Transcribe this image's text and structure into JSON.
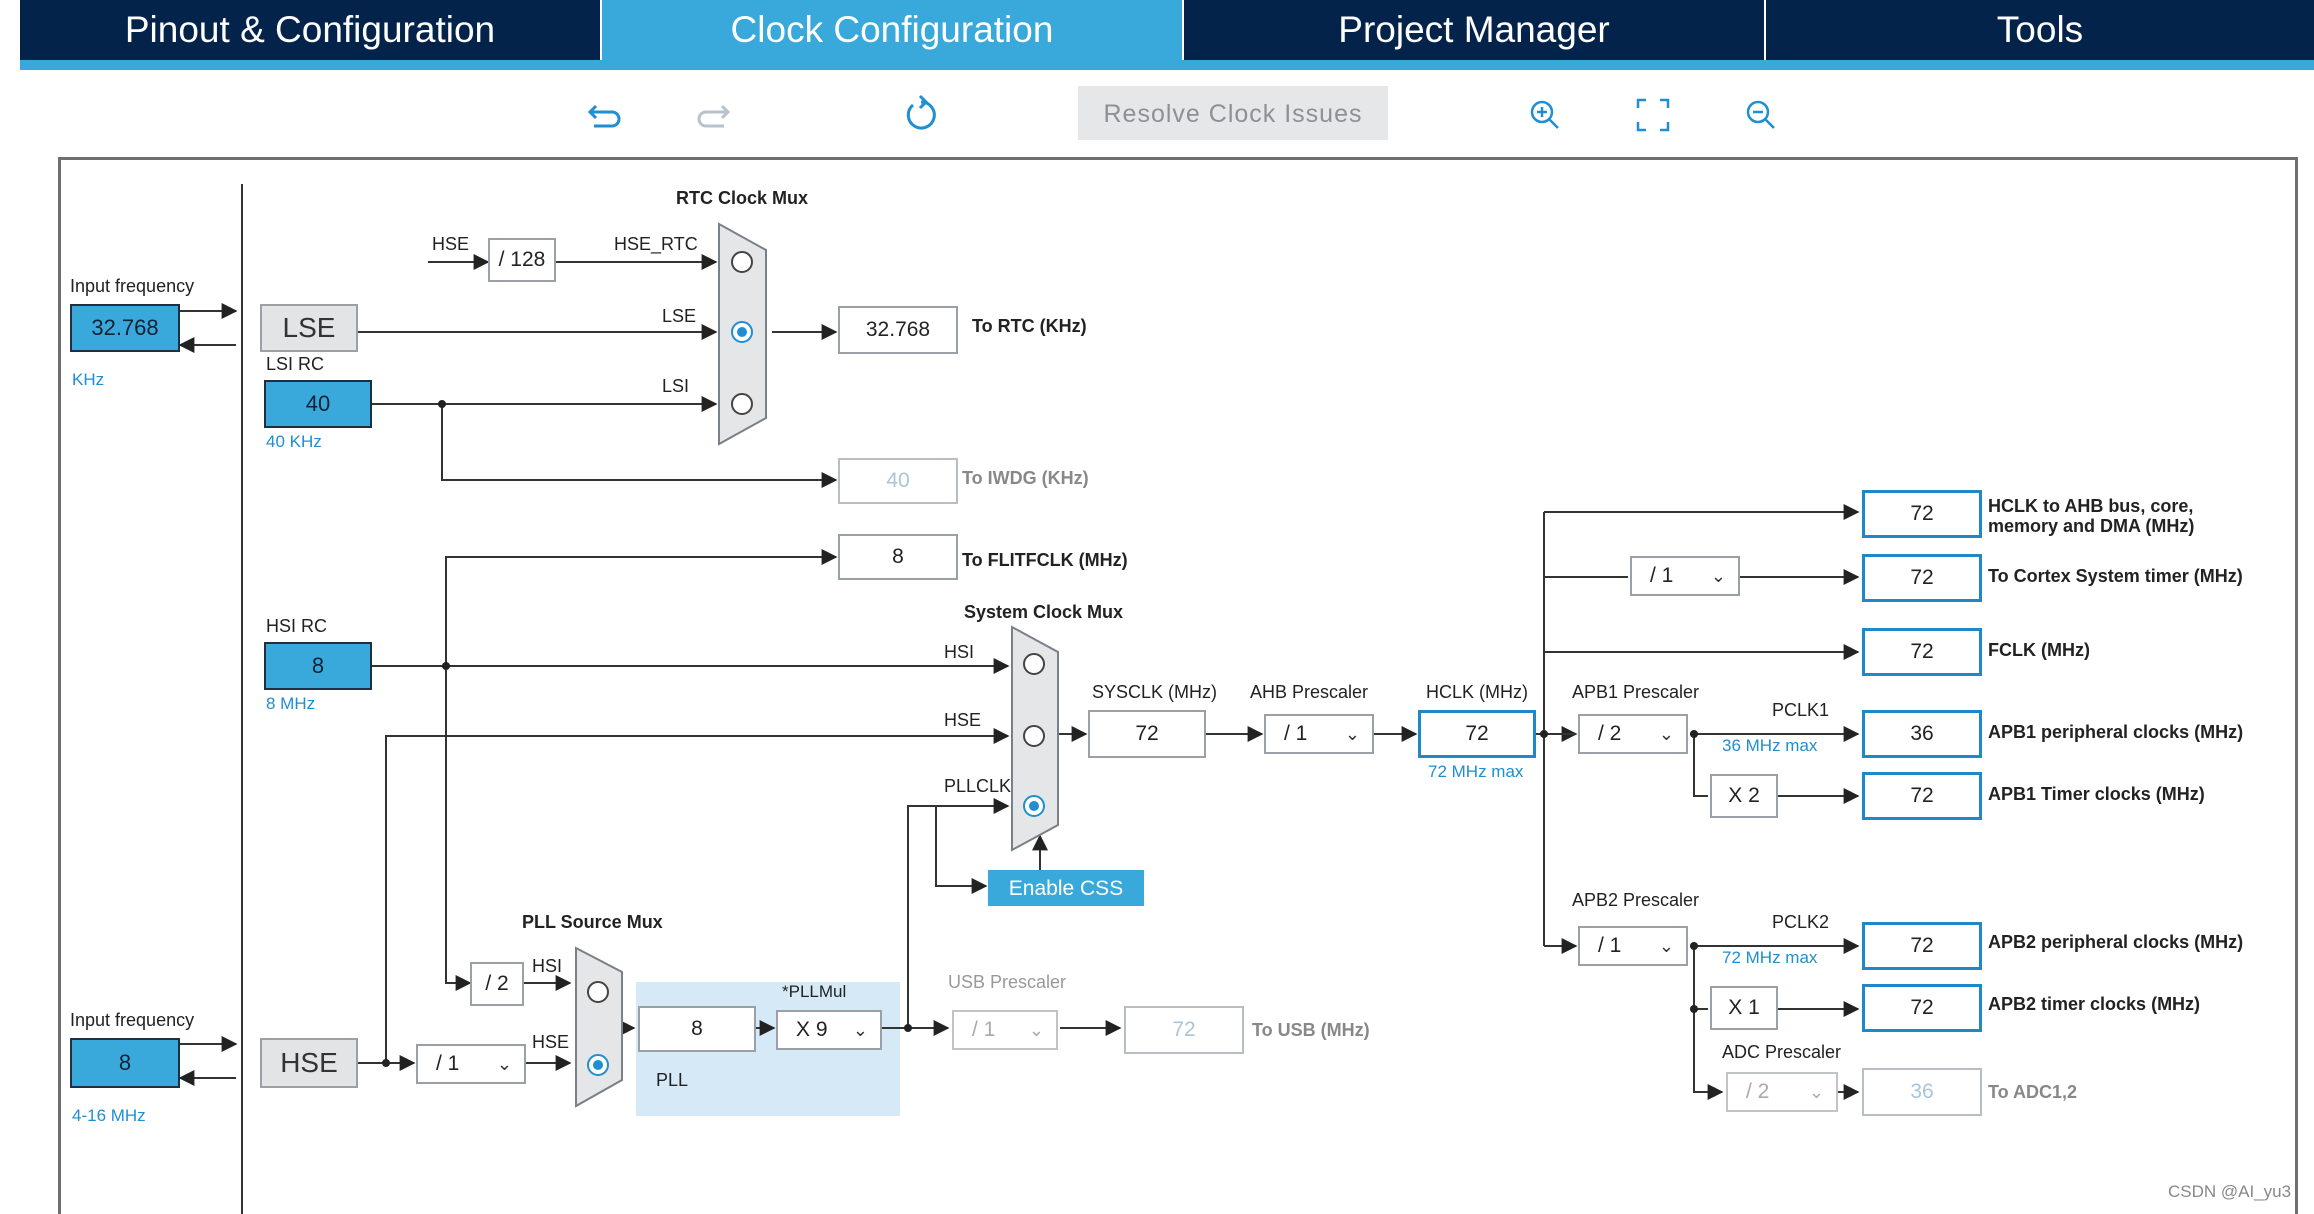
{
  "tabs": [
    {
      "label": "Pinout & Configuration",
      "active": false
    },
    {
      "label": "Clock Configuration",
      "active": true
    },
    {
      "label": "Project Manager",
      "active": false
    },
    {
      "label": "Tools",
      "active": false
    }
  ],
  "toolbar": {
    "resolve_label": "Resolve Clock Issues"
  },
  "lse": {
    "input_label": "Input frequency",
    "input_value": "32.768",
    "unit": "KHz",
    "block_label": "LSE"
  },
  "lsi": {
    "title": "LSI RC",
    "value": "40",
    "note": "40 KHz"
  },
  "hsi": {
    "title": "HSI RC",
    "value": "8",
    "note": "8 MHz"
  },
  "hse": {
    "input_label": "Input frequency",
    "input_value": "8",
    "range": "4-16 MHz",
    "block_label": "HSE"
  },
  "rtc": {
    "mux_title": "RTC Clock Mux",
    "hse_label": "HSE",
    "div_value": "/ 128",
    "hse_rtc_label": "HSE_RTC",
    "lse_label": "LSE",
    "lsi_label": "LSI",
    "out_value": "32.768",
    "out_label": "To RTC (KHz)"
  },
  "iwdg": {
    "value": "40",
    "label": "To IWDG (KHz)"
  },
  "flitf": {
    "value": "8",
    "label": "To FLITFCLK (MHz)"
  },
  "sysmux": {
    "title": "System Clock Mux",
    "hsi_label": "HSI",
    "hse_label": "HSE",
    "pll_label": "PLLCLK",
    "css_label": "Enable CSS"
  },
  "sysclk": {
    "label": "SYSCLK (MHz)",
    "value": "72"
  },
  "ahb": {
    "label": "AHB Prescaler",
    "value": "/ 1"
  },
  "hclk": {
    "label": "HCLK (MHz)",
    "value": "72",
    "note": "72 MHz max"
  },
  "pll": {
    "mux_title": "PLL Source Mux",
    "hsi_label": "HSI",
    "hse_label": "HSE",
    "hsi_div": "/ 2",
    "hse_div": "/ 1",
    "value": "8",
    "mul_label": "*PLLMul",
    "mul_value": "X 9",
    "block_label": "PLL"
  },
  "usb": {
    "label": "USB Prescaler",
    "div": "/ 1",
    "value": "72",
    "out_label": "To USB (MHz)"
  },
  "outputs": {
    "ahb_value": "72",
    "ahb_label": "HCLK to AHB bus, core, memory and DMA (MHz)",
    "cortex_div": "/ 1",
    "cortex_value": "72",
    "cortex_label": "To Cortex System timer (MHz)",
    "fclk_value": "72",
    "fclk_label": "FCLK (MHz)"
  },
  "apb1": {
    "label": "APB1 Prescaler",
    "div": "/ 2",
    "pclk": "PCLK1",
    "note": "36 MHz max",
    "periph_value": "36",
    "periph_label": "APB1 peripheral clocks (MHz)",
    "timer_mult": "X 2",
    "timer_value": "72",
    "timer_label": "APB1 Timer clocks (MHz)"
  },
  "apb2": {
    "label": "APB2 Prescaler",
    "div": "/ 1",
    "pclk": "PCLK2",
    "note": "72 MHz max",
    "periph_value": "72",
    "periph_label": "APB2 peripheral clocks (MHz)",
    "timer_mult": "X 1",
    "timer_value": "72",
    "timer_label": "APB2 timer clocks (MHz)"
  },
  "adc": {
    "label": "ADC Prescaler",
    "div": "/ 2",
    "value": "36",
    "out_label": "To ADC1,2"
  },
  "watermark": "CSDN @AI_yu3",
  "colors": {
    "navy": "#03234b",
    "accent": "#39a9dc",
    "output_border": "#1e88c8"
  }
}
